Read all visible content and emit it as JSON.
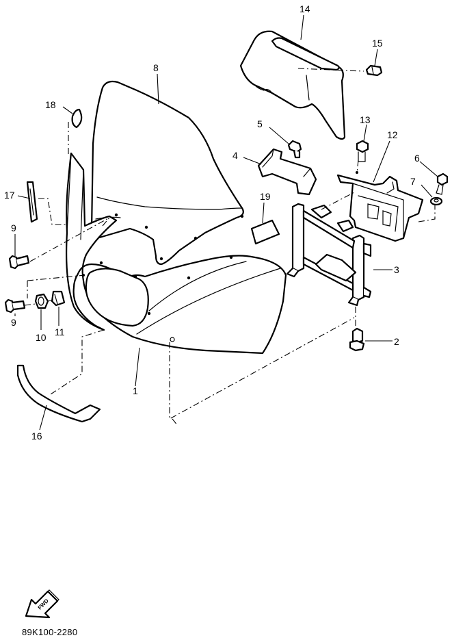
{
  "callouts": [
    {
      "id": "1",
      "text": "1"
    },
    {
      "id": "2",
      "text": "2"
    },
    {
      "id": "3",
      "text": "3"
    },
    {
      "id": "4",
      "text": "4"
    },
    {
      "id": "5",
      "text": "5"
    },
    {
      "id": "6",
      "text": "6"
    },
    {
      "id": "7",
      "text": "7"
    },
    {
      "id": "8",
      "text": "8"
    },
    {
      "id": "9a",
      "text": "9"
    },
    {
      "id": "9b",
      "text": "9"
    },
    {
      "id": "10",
      "text": "10"
    },
    {
      "id": "11",
      "text": "11"
    },
    {
      "id": "12",
      "text": "12"
    },
    {
      "id": "13",
      "text": "13"
    },
    {
      "id": "14",
      "text": "14"
    },
    {
      "id": "15",
      "text": "15"
    },
    {
      "id": "16",
      "text": "16"
    },
    {
      "id": "17",
      "text": "17"
    },
    {
      "id": "18",
      "text": "18"
    },
    {
      "id": "19",
      "text": "19"
    }
  ],
  "fwd_label": "FWD",
  "diagram_code": "89K100-2280"
}
